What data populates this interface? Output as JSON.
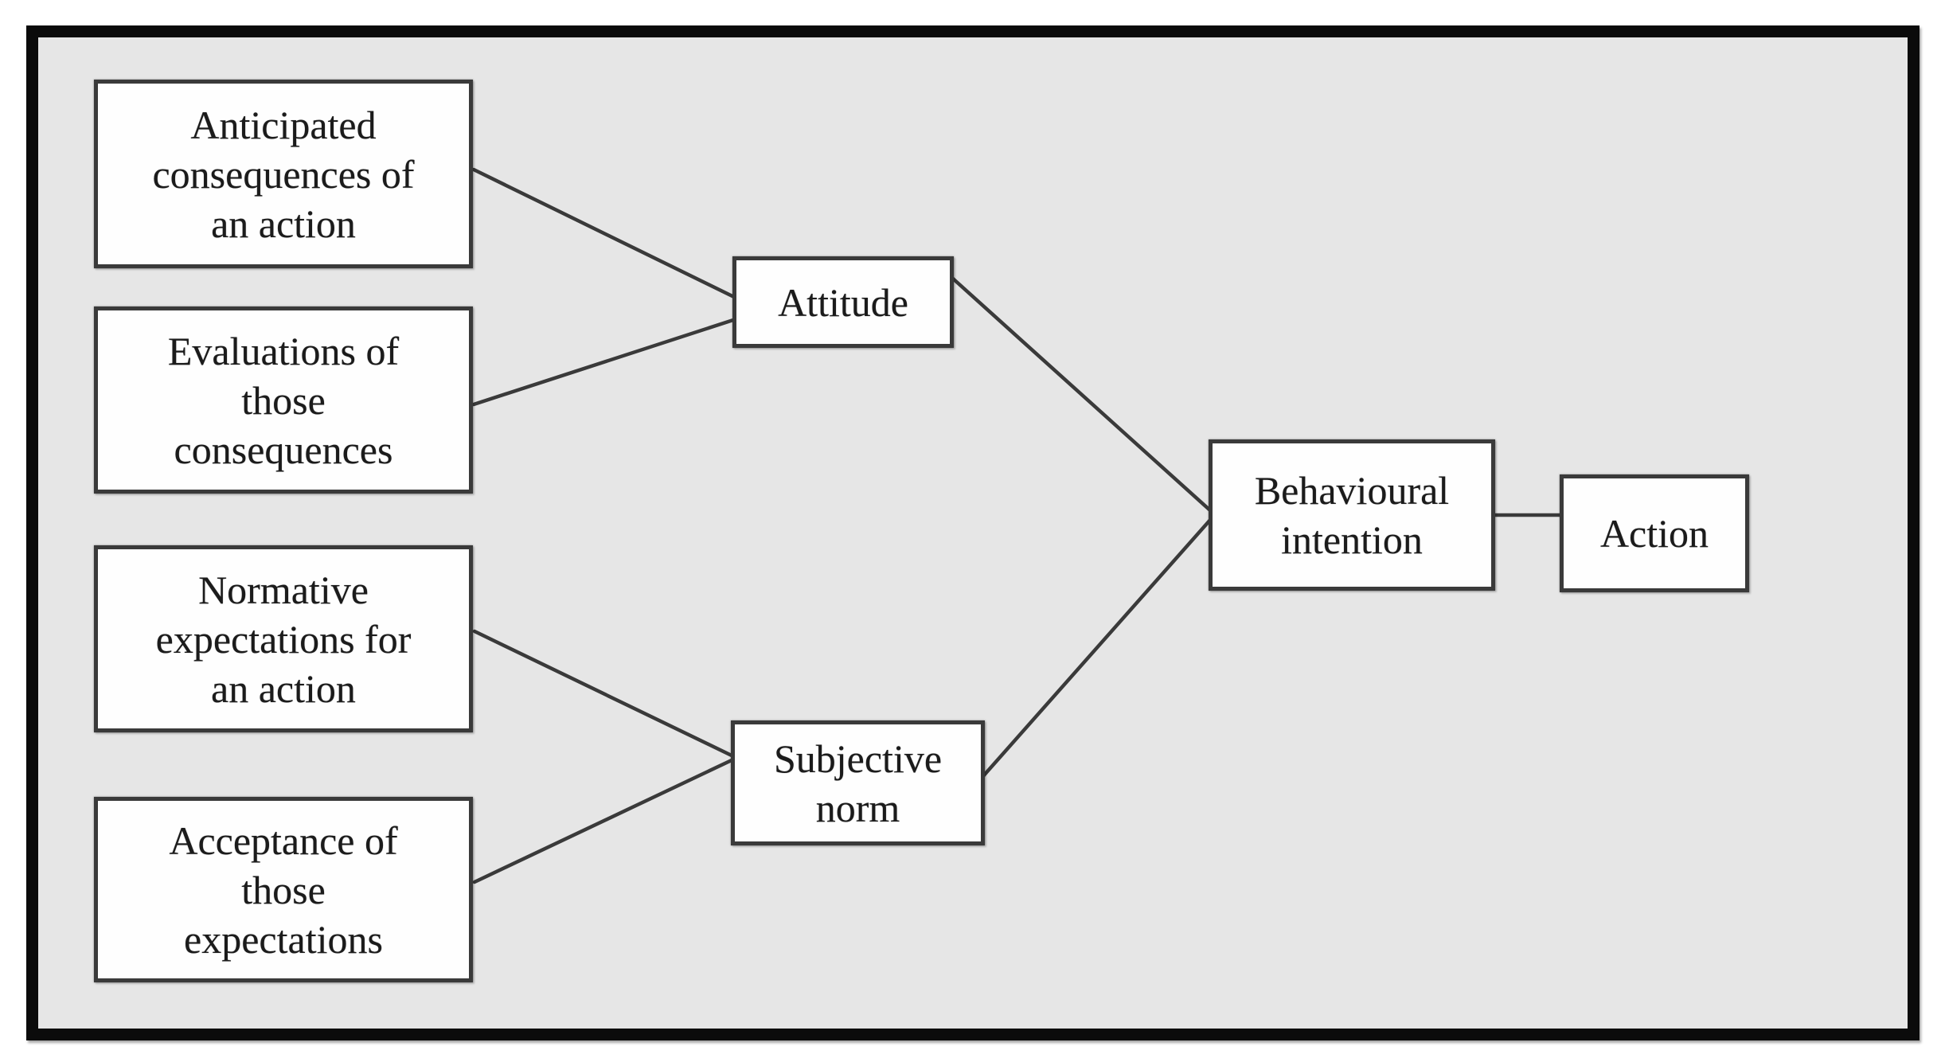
{
  "diagram": {
    "nodes": {
      "anticipated": {
        "label": "Anticipated\nconsequences of\nan action"
      },
      "evaluations": {
        "label": "Evaluations of\nthose\nconsequences"
      },
      "normative": {
        "label": "Normative\nexpectations for\nan action"
      },
      "acceptance": {
        "label": "Acceptance of\nthose\nexpectations"
      },
      "attitude": {
        "label": "Attitude"
      },
      "subjective_norm": {
        "label": "Subjective\nnorm"
      },
      "behavioural_intention": {
        "label": "Behavioural\nintention"
      },
      "action": {
        "label": "Action"
      }
    },
    "edges": [
      {
        "from": "anticipated",
        "to": "attitude"
      },
      {
        "from": "evaluations",
        "to": "attitude"
      },
      {
        "from": "normative",
        "to": "subjective_norm"
      },
      {
        "from": "acceptance",
        "to": "subjective_norm"
      },
      {
        "from": "attitude",
        "to": "behavioural_intention"
      },
      {
        "from": "subjective_norm",
        "to": "behavioural_intention"
      },
      {
        "from": "behavioural_intention",
        "to": "action"
      }
    ],
    "colors": {
      "page_background": "#ffffff",
      "panel_background": "#e6e6e6",
      "panel_border": "#0b0b0b",
      "node_fill": "#fefefe",
      "node_border": "#3a3a3a",
      "edge_stroke": "#3a3a3a",
      "text": "#1b1b1b"
    }
  }
}
